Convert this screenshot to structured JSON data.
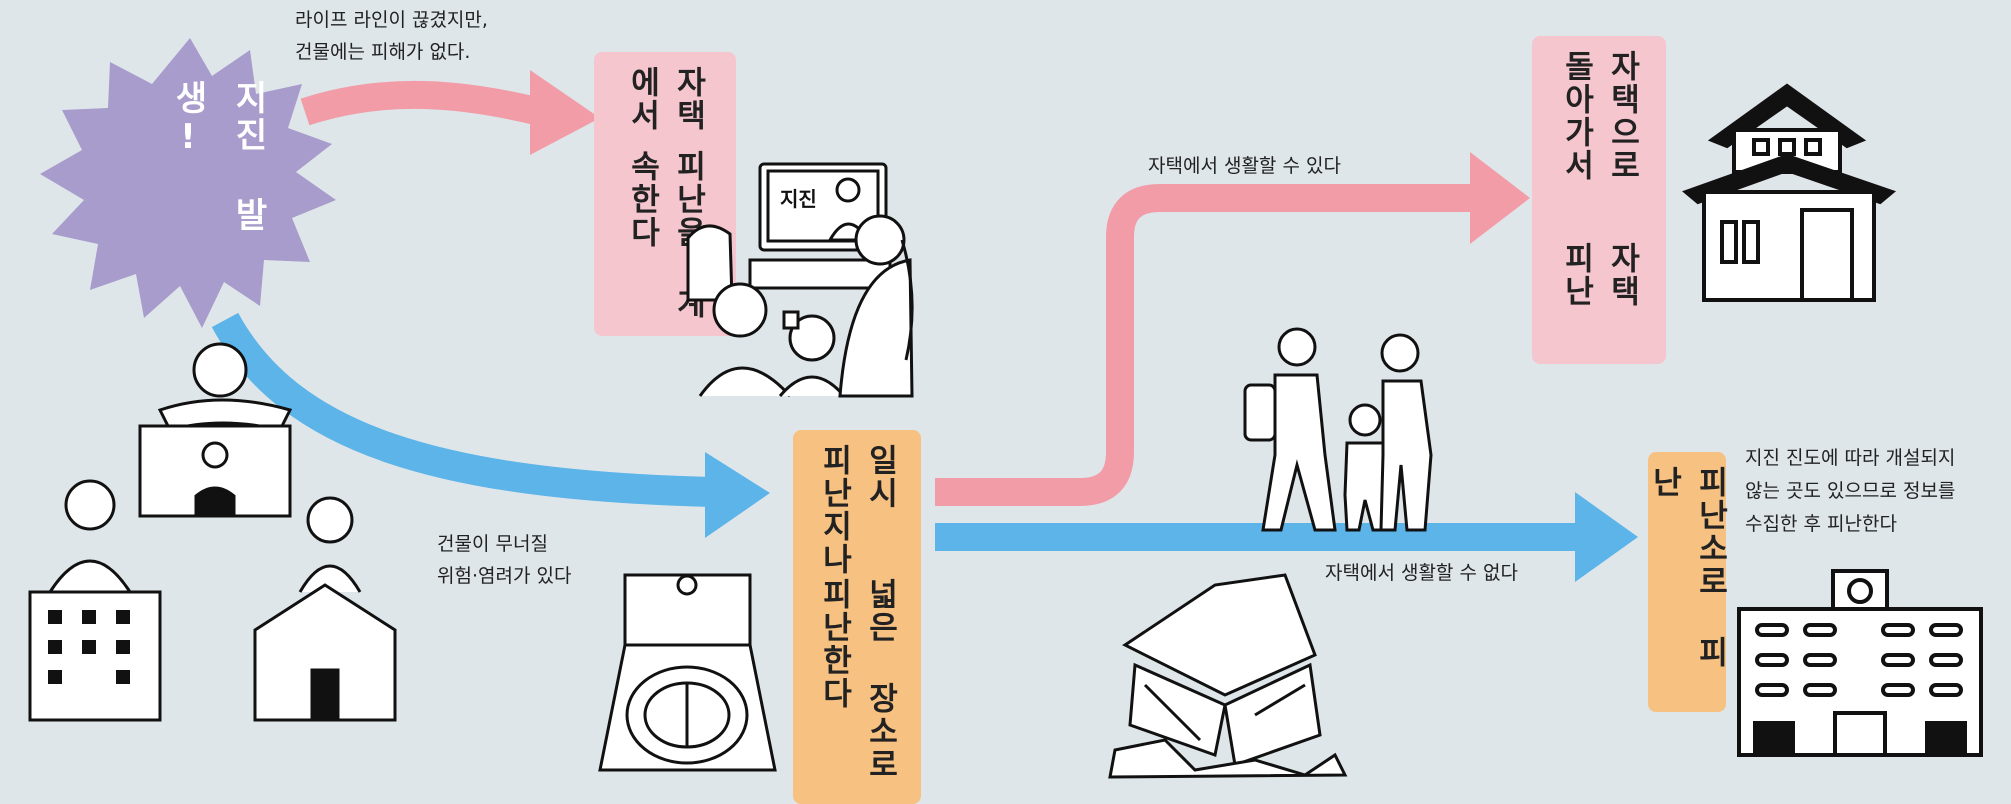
{
  "start": {
    "label_line1": "지진",
    "label_line2": "발생!"
  },
  "captions": {
    "lifeline": [
      "라이프 라인이 끊겼지만,",
      "건물에는 피해가 없다."
    ],
    "collapse_risk": [
      "건물이 무너질",
      "위험·염려가 있다"
    ],
    "can_live": "자택에서 생활할 수 있다",
    "cannot_live": "자택에서 생활할 수 없다",
    "shelter_note": [
      "지진 진도에 따라 개설되지",
      "않는 곳도 있으므로 정보를",
      "수집한 후 피난한다"
    ]
  },
  "boxes": {
    "stay_home": [
      "자택에서",
      "피난을 계속한다"
    ],
    "temporary": [
      "일시 피난지나",
      "넓은 장소로 피난한다"
    ],
    "return_home": [
      "자택으로 돌아가서",
      "자택 피난"
    ],
    "shelter": "피난소로 피난"
  },
  "tv_text": "지진",
  "colors": {
    "pink_arrow": "#f29ca8",
    "blue_arrow": "#5cb4e8",
    "pink_box": "#f6c6cf",
    "orange_box": "#f7c182",
    "star": "#a79ccb",
    "background": "#dfe6ea"
  }
}
